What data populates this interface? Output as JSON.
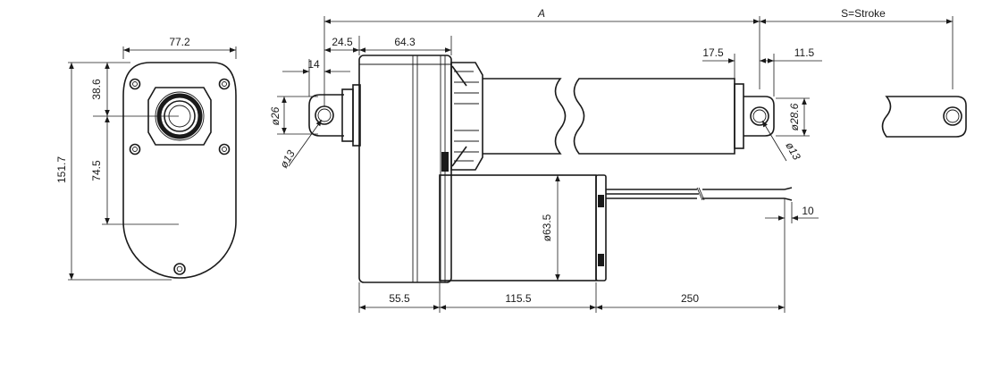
{
  "front_view": {
    "width_label": "77.2",
    "height_label": "151.7",
    "upper_label": "38.6",
    "lower_label": "74.5"
  },
  "side_view": {
    "overall_label": "A",
    "stroke_label": "S=Stroke",
    "clevis_label": "24.5",
    "housing_label": "64.3",
    "hole_edge_label": "14",
    "rod_hole_offset_label": "17.5",
    "rod_end_label": "11.5",
    "rear_eye_dia_label": "ø26",
    "rear_hole_dia_label": "ø13",
    "rod_dia_label": "ø28.6",
    "rod_hole_dia_label": "ø13",
    "motor_dia_label": "ø63.5",
    "cable_width_label": "10",
    "gearbox_label": "55.5",
    "motor_length_label": "115.5",
    "cable_length_label": "250"
  },
  "colors": {
    "line": "#1a1a1a",
    "background": "#ffffff"
  }
}
